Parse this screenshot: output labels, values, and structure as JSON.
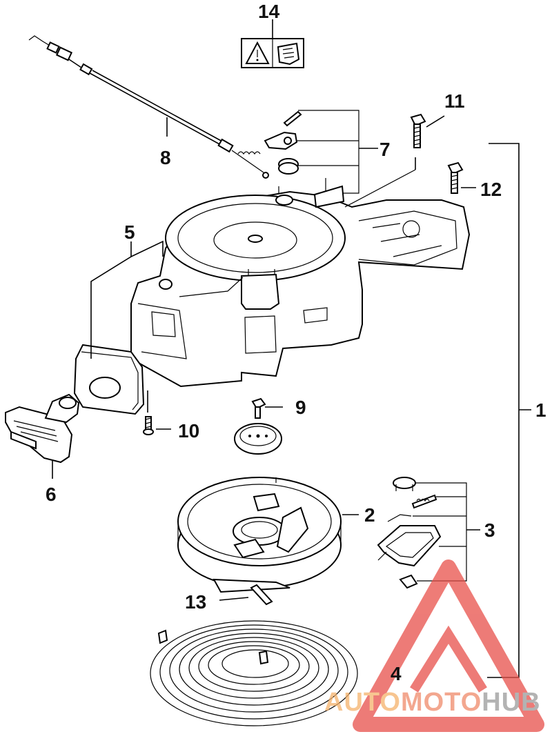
{
  "callouts": {
    "c1": "1",
    "c2": "2",
    "c3": "3",
    "c4": "4",
    "c5": "5",
    "c6": "6",
    "c7": "7",
    "c8": "8",
    "c9": "9",
    "c10": "10",
    "c11": "11",
    "c12": "12",
    "c13": "13",
    "c14": "14"
  },
  "watermark": {
    "brand_part1": "AUTO",
    "brand_part2": "MOTO",
    "brand_part3": "HUB",
    "color_orange": "#f5b26b",
    "color_red": "#e8504a",
    "color_gray": "#9a9a9a"
  }
}
